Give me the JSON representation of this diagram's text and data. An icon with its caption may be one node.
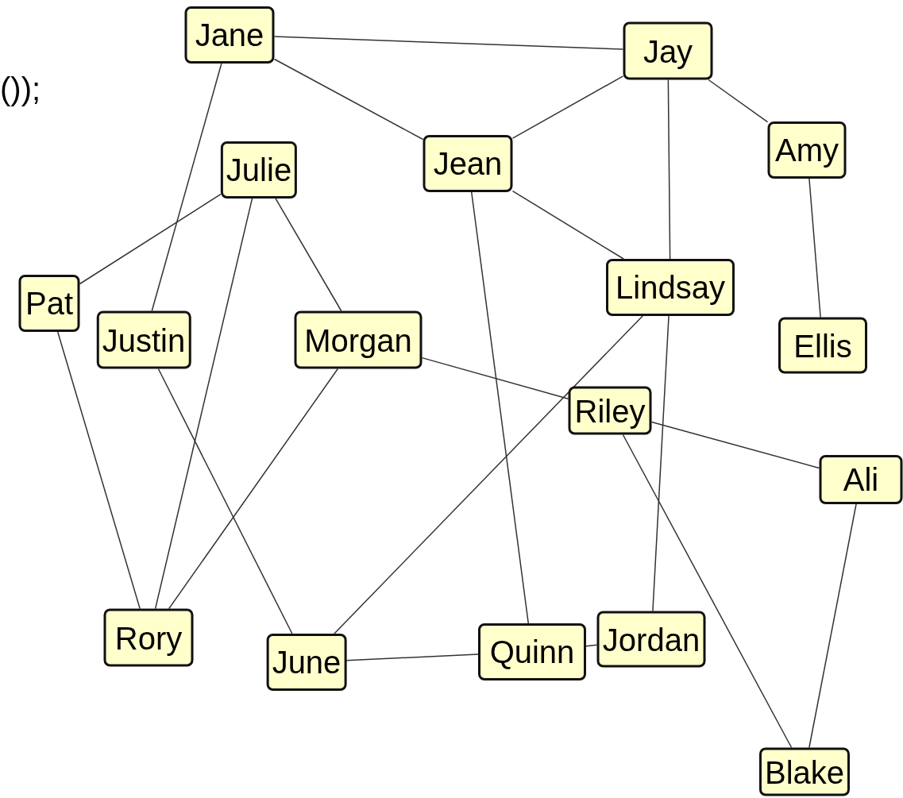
{
  "diagram": {
    "nodes": [
      {
        "text": [
          "Jane"
        ]
      },
      {
        "text": [
          "Jay"
        ]
      },
      {
        "text": [
          "Julie"
        ]
      },
      {
        "text": [
          "Jean"
        ]
      },
      {
        "text": [
          "Amy"
        ]
      },
      {
        "text": [
          "Pat"
        ]
      },
      {
        "text": [
          "Justin"
        ]
      },
      {
        "text": [
          "Morgan"
        ]
      },
      {
        "text": [
          "Lindsay"
        ]
      },
      {
        "text": [
          "Ellis"
        ]
      },
      {
        "text": [
          "Riley"
        ]
      },
      {
        "text": [
          "Ali"
        ]
      },
      {
        "text": [
          "Rory"
        ]
      },
      {
        "text": [
          "June"
        ]
      },
      {
        "text": [
          "Quinn"
        ]
      },
      {
        "text": [
          "Jordan"
        ]
      },
      {
        "text": [
          "Blake"
        ]
      }
    ],
    "edges": [
      {
        "from": 0,
        "to": 1,
        "arrow": "none"
      },
      {
        "from": 0,
        "to": 3,
        "arrow": "none"
      },
      {
        "from": 0,
        "to": 6,
        "arrow": "none"
      },
      {
        "from": 1,
        "to": 3,
        "arrow": "none"
      },
      {
        "from": 1,
        "to": 4,
        "arrow": "none"
      },
      {
        "from": 1,
        "to": 8,
        "arrow": "none"
      },
      {
        "from": 2,
        "to": 5,
        "arrow": "none"
      },
      {
        "from": 2,
        "to": 12,
        "arrow": "none"
      },
      {
        "from": 2,
        "to": 7,
        "arrow": "none"
      },
      {
        "from": 3,
        "to": 14,
        "arrow": "none"
      },
      {
        "from": 3,
        "to": 8,
        "arrow": "none"
      },
      {
        "from": 4,
        "to": 9,
        "arrow": "none"
      },
      {
        "from": 5,
        "to": 12,
        "arrow": "none"
      },
      {
        "from": 6,
        "to": 13,
        "arrow": "none"
      },
      {
        "from": 7,
        "to": 12,
        "arrow": "none"
      },
      {
        "from": 7,
        "to": 10,
        "arrow": "none"
      },
      {
        "from": 8,
        "to": 13,
        "arrow": "none"
      },
      {
        "from": 8,
        "to": 15,
        "arrow": "none"
      },
      {
        "from": 10,
        "to": 11,
        "arrow": "none"
      },
      {
        "from": 10,
        "to": 16,
        "arrow": "none"
      },
      {
        "from": 11,
        "to": 16,
        "arrow": "none"
      },
      {
        "from": 13,
        "to": 14,
        "arrow": "none"
      },
      {
        "from": 14,
        "to": 15,
        "arrow": "none"
      }
    ],
    "labels": [
      "());"
    ]
  }
}
